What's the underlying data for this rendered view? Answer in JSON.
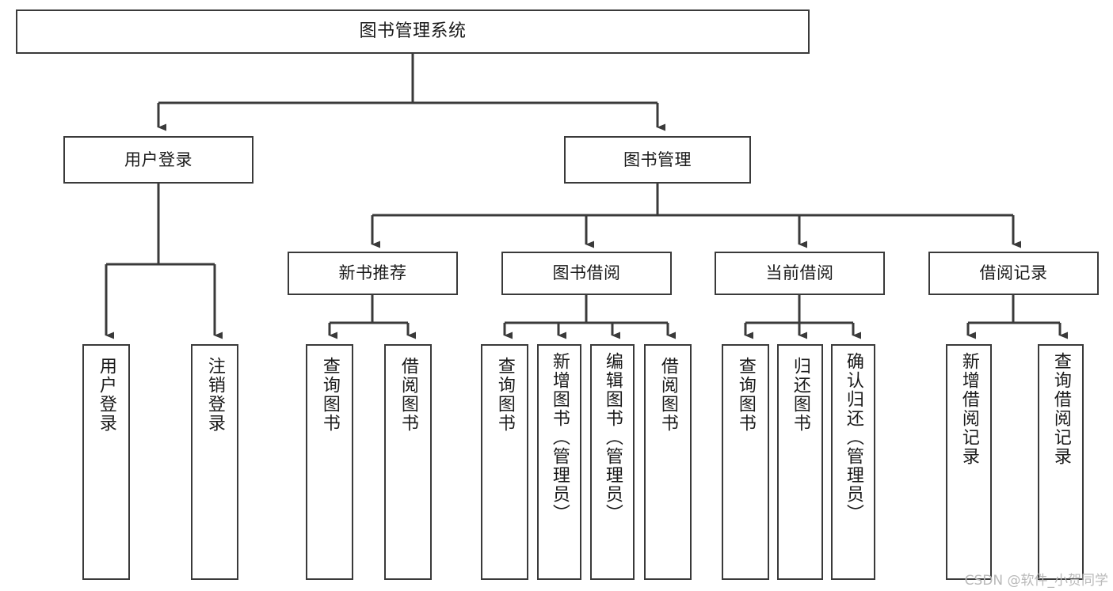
{
  "diagram": {
    "type": "tree",
    "title": "图书管理系统",
    "watermark": "CSDN @软件_小贺同学",
    "colors": {
      "stroke": "#3a3a3a",
      "fill": "#ffffff",
      "text": "#1a1a1a",
      "watermark": "#b9b9b9"
    },
    "root": {
      "label": "图书管理系统"
    },
    "level1": [
      {
        "label": "用户登录"
      },
      {
        "label": "图书管理"
      }
    ],
    "level2": [
      {
        "label": "新书推荐"
      },
      {
        "label": "图书借阅"
      },
      {
        "label": "当前借阅"
      },
      {
        "label": "借阅记录"
      }
    ],
    "leaves": {
      "user_login": [
        {
          "label": "用户登录"
        },
        {
          "label": "注销登录"
        }
      ],
      "new_book": [
        {
          "label": "查询图书"
        },
        {
          "label": "借阅图书"
        }
      ],
      "book_borrow": [
        {
          "label": "查询图书"
        },
        {
          "label": "新增图书（管理员）"
        },
        {
          "label": "编辑图书（管理员）"
        },
        {
          "label": "借阅图书"
        }
      ],
      "current_borrow": [
        {
          "label": "查询图书"
        },
        {
          "label": "归还图书"
        },
        {
          "label": "确认归还（管理员）"
        }
      ],
      "borrow_record": [
        {
          "label": "新增借阅记录"
        },
        {
          "label": "查询借阅记录"
        }
      ]
    }
  }
}
